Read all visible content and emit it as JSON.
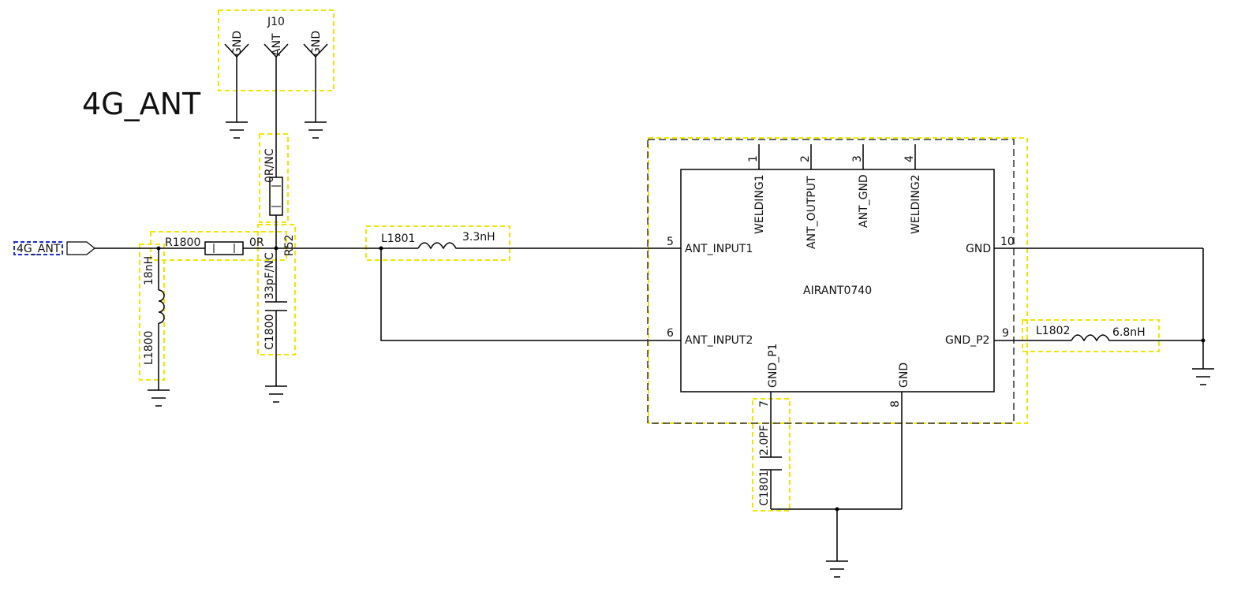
{
  "sheet_title": "4G_ANT",
  "net_port": "4G_ANT",
  "colors": {
    "wire": "#000000",
    "highlight": "#f2e600",
    "net_port_border": "#1a2bd6"
  },
  "connector": {
    "ref": "J10",
    "pins": [
      "GND",
      "ANT",
      "GND"
    ]
  },
  "components": {
    "r1800": {
      "ref": "R1800",
      "value": "0R"
    },
    "r52": {
      "ref": "R52",
      "value": "0R/NC"
    },
    "c1800": {
      "ref": "C1800",
      "value": "33pF/NC"
    },
    "l1800": {
      "ref": "L1800",
      "value": "18nH"
    },
    "l1801": {
      "ref": "L1801",
      "value": "3.3nH"
    },
    "l1802": {
      "ref": "L1802",
      "value": "6.8nH"
    },
    "c1801": {
      "ref": "C1801",
      "value": "2.0PF"
    }
  },
  "ic": {
    "name": "AIRANT0740",
    "top_pins": [
      {
        "num": "1",
        "name": "WELDING1"
      },
      {
        "num": "2",
        "name": "ANT_OUTPUT"
      },
      {
        "num": "3",
        "name": "ANT_GND"
      },
      {
        "num": "4",
        "name": "WELDING2"
      }
    ],
    "left_pins": [
      {
        "num": "5",
        "name": "ANT_INPUT1"
      },
      {
        "num": "6",
        "name": "ANT_INPUT2"
      }
    ],
    "right_pins": [
      {
        "num": "10",
        "name": "GND"
      },
      {
        "num": "9",
        "name": "GND_P2"
      }
    ],
    "bottom_pins": [
      {
        "num": "7",
        "name": "GND_P1"
      },
      {
        "num": "8",
        "name": "GND"
      }
    ]
  }
}
